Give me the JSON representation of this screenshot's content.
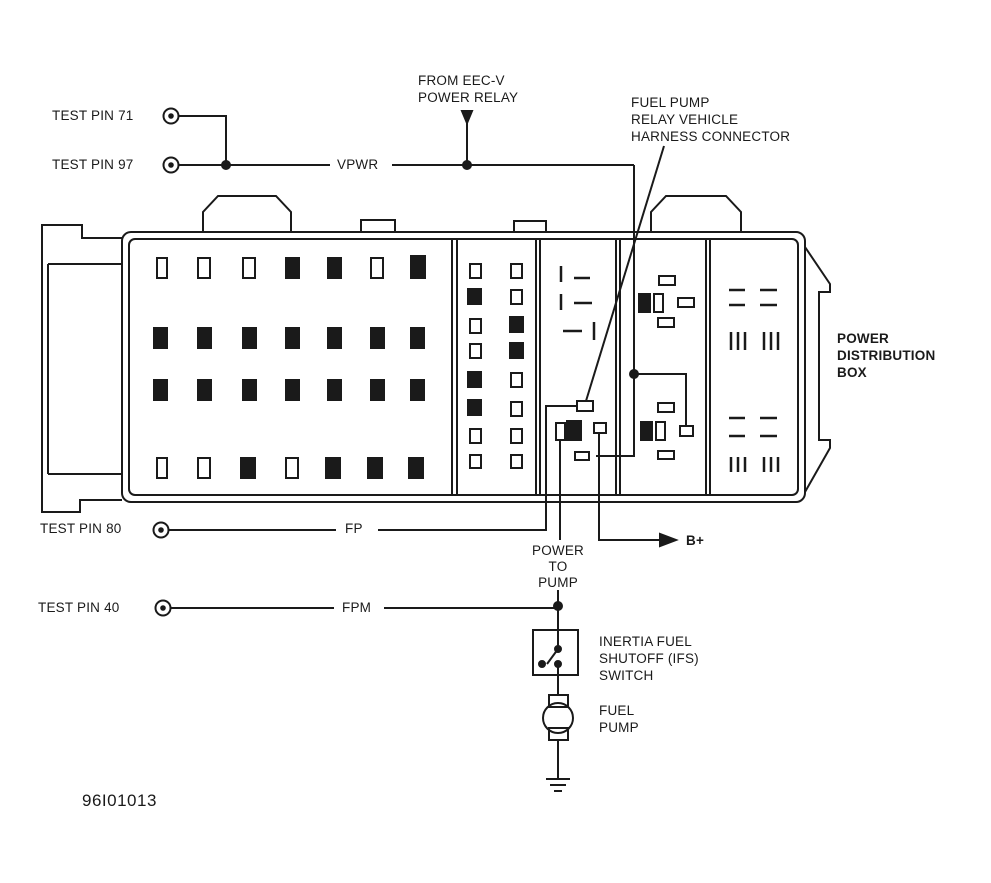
{
  "labels": {
    "test_pin_71": "TEST PIN 71",
    "test_pin_97": "TEST PIN 97",
    "test_pin_80": "TEST PIN 80",
    "test_pin_40": "TEST PIN 40",
    "vpwr": "VPWR",
    "fp": "FP",
    "fpm": "FPM",
    "from_eec_line1": "FROM EEC-V",
    "from_eec_line2": "POWER RELAY",
    "fuel_pump_relay_line1": "FUEL PUMP",
    "fuel_pump_relay_line2": "RELAY VEHICLE",
    "fuel_pump_relay_line3": "HARNESS CONNECTOR",
    "power_dist_line1": "POWER",
    "power_dist_line2": "DISTRIBUTION",
    "power_dist_line3": "BOX",
    "b_plus": "B+",
    "power_to_pump_line1": "POWER",
    "power_to_pump_line2": "TO",
    "power_to_pump_line3": "PUMP",
    "ifs_line1": "INERTIA FUEL",
    "ifs_line2": "SHUTOFF (IFS)",
    "ifs_line3": "SWITCH",
    "fuel_pump_line1": "FUEL",
    "fuel_pump_line2": "PUMP",
    "figure_id": "96I01013"
  },
  "colors": {
    "ink": "#1a1a1a",
    "background": "#ffffff"
  }
}
